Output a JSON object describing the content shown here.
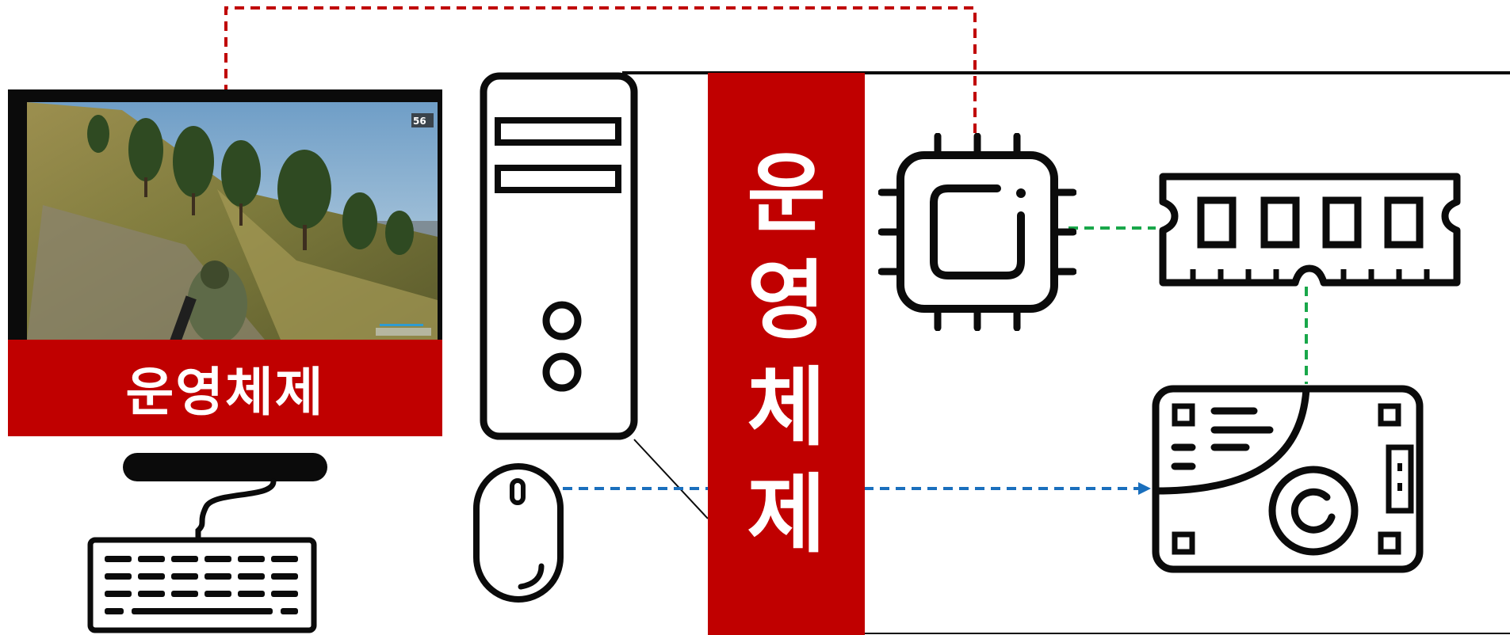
{
  "monitor": {
    "label": "운영체제",
    "hud_fps": "56"
  },
  "os_band": {
    "chars": [
      "운",
      "영",
      "체",
      "제"
    ]
  },
  "colors": {
    "accent_red": "#c00000",
    "link_red": "#c00000",
    "link_green": "#19a74a",
    "link_blue": "#1a6fbd",
    "line": "#0b0b0b"
  },
  "components": {
    "cpu": "cpu-icon",
    "ram": "ram-icon",
    "storage": "hard-drive-icon",
    "tower": "pc-tower-icon",
    "mouse": "mouse-icon",
    "keyboard": "keyboard-icon"
  }
}
